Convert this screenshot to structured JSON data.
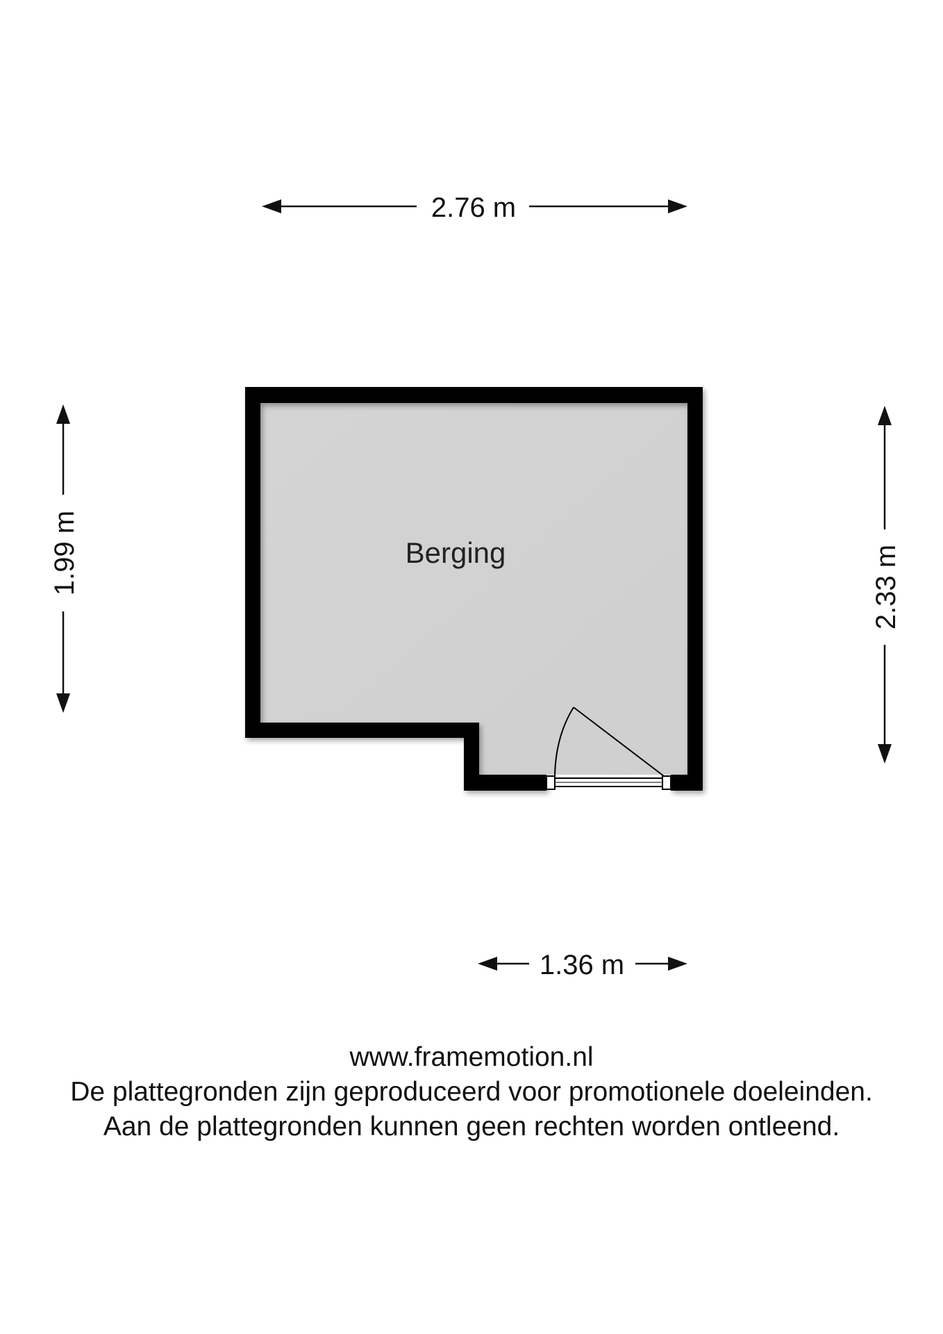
{
  "room": {
    "name": "Berging"
  },
  "dimensions": {
    "top_width": "2.76 m",
    "left_height": "1.99 m",
    "right_height": "2.33 m",
    "bottom_width": "1.36 m"
  },
  "footer": {
    "website": "www.framemotion.nl",
    "line1": "De plattegronden zijn geproduceerd voor promotionele doeleinden.",
    "line2": "Aan de plattegronden kunnen geen rechten worden ontleend."
  },
  "colors": {
    "wall": "#000000",
    "floor": "#d3d3d3",
    "text": "#111111"
  }
}
